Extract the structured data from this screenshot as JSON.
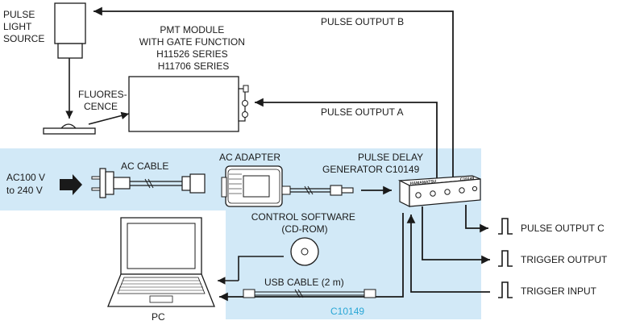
{
  "labels": {
    "pulse_light_source": [
      "PULSE",
      "LIGHT",
      "SOURCE"
    ],
    "pmt_module": [
      "PMT MODULE",
      "WITH GATE FUNCTION",
      "H11526 SERIES",
      "H11706 SERIES"
    ],
    "fluorescence": [
      "FLUORES-",
      "CENCE"
    ],
    "pulse_output_b": "PULSE OUTPUT B",
    "pulse_output_a": "PULSE OUTPUT A",
    "pulse_delay_generator": [
      "PULSE DELAY",
      "GENERATOR C10149"
    ],
    "ac_adapter": "AC ADAPTER",
    "ac_cable": "AC CABLE",
    "ac_input": [
      "AC100 V",
      "to 240 V"
    ],
    "control_software": [
      "CONTROL SOFTWARE",
      "(CD-ROM)"
    ],
    "usb_cable": "USB CABLE (2 m)",
    "pc": "PC",
    "kit_name": "C10149",
    "pulse_output_c": "PULSE OUTPUT C",
    "trigger_output": "TRIGGER OUTPUT",
    "trigger_input": "TRIGGER INPUT",
    "brand": "HAMAMATSU",
    "model_tag": "C10149"
  },
  "colors": {
    "kit_highlight": "#d2e9f7",
    "kit_label": "#2aa7d6",
    "line": "#1a1a1a"
  }
}
